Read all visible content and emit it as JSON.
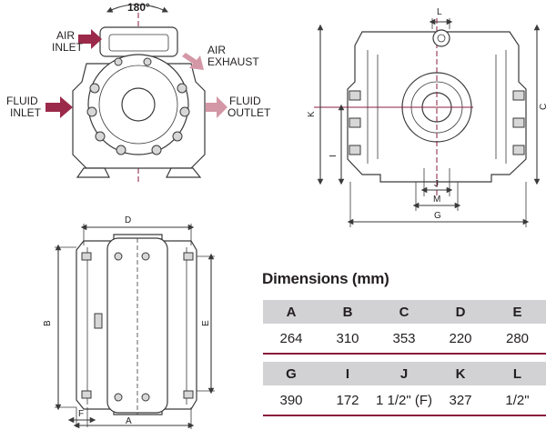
{
  "labels": {
    "rotation": "180°",
    "air_inlet": [
      "AIR",
      "INLET"
    ],
    "air_exhaust": [
      "AIR",
      "EXHAUST"
    ],
    "fluid_inlet": [
      "FLUID",
      "INLET"
    ],
    "fluid_outlet": [
      "FLUID",
      "OUTLET"
    ]
  },
  "dimension_markers": {
    "side": [
      "L",
      "K",
      "C",
      "I",
      "J",
      "M",
      "G"
    ],
    "top": [
      "D",
      "B",
      "E",
      "F",
      "A"
    ]
  },
  "table": {
    "title": "Dimensions (mm)",
    "rows": [
      {
        "headers": [
          "A",
          "B",
          "C",
          "D",
          "E"
        ],
        "values": [
          "264",
          "310",
          "353",
          "220",
          "280"
        ]
      },
      {
        "headers": [
          "G",
          "I",
          "J",
          "K",
          "L"
        ],
        "values": [
          "390",
          "172",
          "1 1/2\" (F)",
          "327",
          "1/2\""
        ]
      }
    ]
  },
  "colors": {
    "accent": "#8a1c3c",
    "arrow_dark": "#9b2a4a",
    "arrow_light": "#d497a6",
    "header_bg": "#d2d2d4"
  }
}
